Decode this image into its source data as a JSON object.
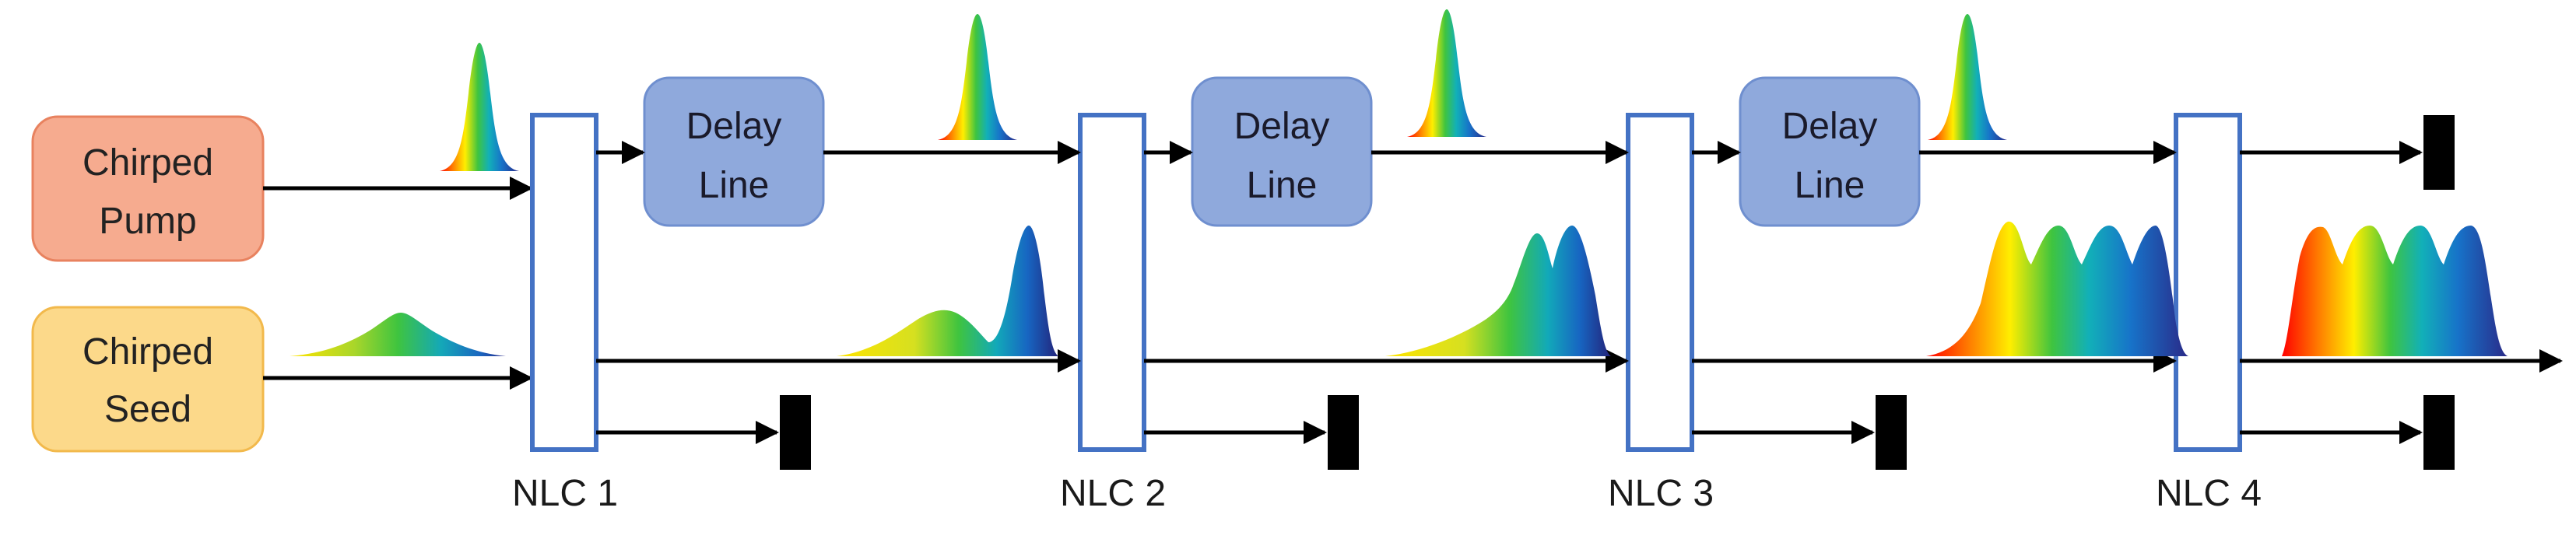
{
  "sources": {
    "pump": {
      "line1": "Chirped",
      "line2": "Pump"
    },
    "seed": {
      "line1": "Chirped",
      "line2": "Seed"
    }
  },
  "delay_lines": [
    {
      "line1": "Delay",
      "line2": "Line"
    },
    {
      "line1": "Delay",
      "line2": "Line"
    },
    {
      "line1": "Delay",
      "line2": "Line"
    }
  ],
  "crystals": [
    {
      "label": "NLC 1"
    },
    {
      "label": "NLC 2"
    },
    {
      "label": "NLC 3"
    },
    {
      "label": "NLC 4"
    }
  ],
  "colors": {
    "pump_fill": "#f6ab8f",
    "pump_stroke": "#e8825f",
    "seed_fill": "#fcd98a",
    "seed_stroke": "#f2b94c",
    "delay_fill": "#8fa9dc",
    "delay_stroke": "#6f8fcf",
    "crystal_stroke": "#4472c4",
    "arrow": "#000000",
    "dump": "#000000"
  }
}
